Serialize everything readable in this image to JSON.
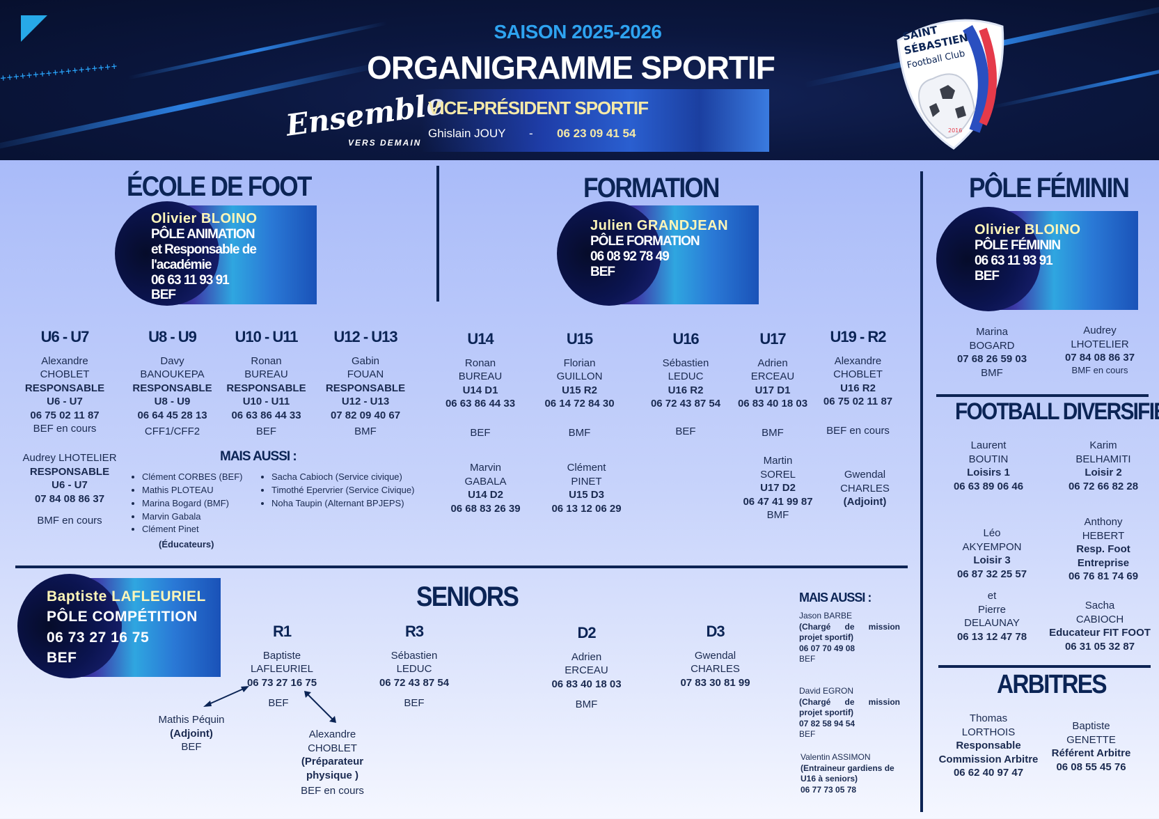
{
  "header": {
    "season": "SAISON 2025-2026",
    "title": "ORGANIGRAMME SPORTIF",
    "motto": "Ensemble",
    "motto_sub": "VERS DEMAIN",
    "vp_title": "VICE-PRÉSIDENT SPORTIF",
    "vp_name": "Ghislain JOUY",
    "vp_sep": "-",
    "vp_phone": "06 23 09 41 54",
    "logo_line1": "SAINT",
    "logo_line2": "SÉBASTIEN",
    "logo_line3": "Football Club",
    "logo_year": "2016"
  },
  "ecole": {
    "title": "ÉCOLE DE FOOT",
    "card": {
      "name": "Olivier BLOINO",
      "l1": "PÔLE ANIMATION",
      "l2": "et Responsable de l'académie",
      "l3": "06 63 11 93 91",
      "l4": "BEF"
    },
    "categories": [
      {
        "head": "U6 - U7",
        "n1": "Alexandre",
        "n2": "CHOBLET",
        "r1": "RESPONSABLE",
        "r2": "U6 - U7",
        "phone": "06 75 02 11 87",
        "dip": "BEF en cours"
      },
      {
        "head": "U8 - U9",
        "n1": "Davy",
        "n2": "BANOUKEPA",
        "r1": "RESPONSABLE",
        "r2": "U8 - U9",
        "phone": "06 64  45 28 13",
        "dip": "CFF1/CFF2"
      },
      {
        "head": "U10 - U11",
        "n1": "Ronan",
        "n2": "BUREAU",
        "r1": "RESPONSABLE",
        "r2": "U10 - U11",
        "phone": "06 63 86 44 33",
        "dip": "BEF"
      },
      {
        "head": "U12 - U13",
        "n1": "Gabin",
        "n2": "FOUAN",
        "r1": "RESPONSABLE",
        "r2": "U12 - U13",
        "phone": "07 82 09 40 67",
        "dip": "BMF"
      }
    ],
    "extra": {
      "n1": "Audrey LHOTELIER",
      "r1": "RESPONSABLE",
      "r2": "U6 - U7",
      "phone": "07 84 08 86 37",
      "dip": "BMF en cours"
    },
    "mais_title": "MAIS AUSSI :",
    "list1": [
      "Clément CORBES  (BEF)",
      "Mathis PLOTEAU",
      "Marina Bogard (BMF)",
      "Marvin Gabala",
      "Clément Pinet"
    ],
    "list1_note": "(Éducateurs)",
    "list2": [
      "Sacha Cabioch (Service civique)",
      "Timothé Epervrier (Service Civique)",
      "Noha Taupin (Alternant BPJEPS)"
    ]
  },
  "formation": {
    "title": "FORMATION",
    "card": {
      "name": "Julien GRANDJEAN",
      "l1": "PÔLE FORMATION",
      "l2": "06 08 92 78 49",
      "l3": "BEF"
    },
    "categories": [
      {
        "head": "U14",
        "n1": "Ronan",
        "n2": "BUREAU",
        "team": "U14 D1",
        "phone": "06 63 86 44 33",
        "dip": "BEF"
      },
      {
        "head": "U15",
        "n1": "Florian",
        "n2": "GUILLON",
        "team": "U15 R2",
        "phone": "06 14 72 84 30",
        "dip": "BMF"
      },
      {
        "head": "U16",
        "n1": "Sébastien",
        "n2": "LEDUC",
        "team": "U16 R2",
        "phone": "06 72  43 87 54",
        "dip": "BEF"
      },
      {
        "head": "U17",
        "n1": "Adrien",
        "n2": "ERCEAU",
        "team": "U17 D1",
        "phone": "06 83 40 18 03",
        "dip": "BMF"
      },
      {
        "head": "U19 - R2",
        "n1": "Alexandre",
        "n2": "CHOBLET",
        "team": "U16 R2",
        "phone": "06 75 02 11 87",
        "dip": "BEF en cours"
      }
    ],
    "second": [
      {
        "n1": "Marvin",
        "n2": "GABALA",
        "team": "U14 D2",
        "phone": "06 68 83 26 39"
      },
      {
        "n1": "Clément",
        "n2": "PINET",
        "team": "U15 D3",
        "phone": "06 13 12 06 29"
      },
      {
        "n1": "Martin",
        "n2": "SOREL",
        "team": "U17 D2",
        "phone": "06 47 41 99 87",
        "dip": "BMF"
      },
      {
        "n1": "Gwendal",
        "n2": "CHARLES",
        "team": "(Adjoint)"
      }
    ]
  },
  "feminin": {
    "title": "PÔLE FÉMININ",
    "card": {
      "name": "Olivier BLOINO",
      "l1": "PÔLE FÉMININ",
      "l2": "06 63 11 93 91",
      "l3": "BEF"
    },
    "people": [
      {
        "n1": "Marina",
        "n2": "BOGARD",
        "phone": "07 68 26 59 03",
        "dip": "BMF"
      },
      {
        "n1": "Audrey",
        "n2": "LHOTELIER",
        "phone": "07 84 08 86 37",
        "dip": "BMF en cours"
      }
    ]
  },
  "diversifie": {
    "title": "FOOTBALL DIVERSIFIÉ",
    "people": [
      {
        "n1": "Laurent",
        "n2": "BOUTIN",
        "role": "Loisirs 1",
        "phone": "06 63 89 06 46"
      },
      {
        "n1": "Karim",
        "n2": "BELHAMITI",
        "role": "Loisir 2",
        "phone": "06 72 66 82 28"
      },
      {
        "n1": "Léo",
        "n2": "AKYEMPON",
        "role": "Loisir 3",
        "phone": "06 87 32 25 57"
      },
      {
        "n1": "Anthony",
        "n2": "HEBERT",
        "role": "Resp. Foot",
        "role2": "Entreprise",
        "phone": "06 76 81 74 69"
      },
      {
        "n0": "et",
        "n1": "Pierre",
        "n2": "DELAUNAY",
        "phone": "06 13 12 47 78"
      },
      {
        "n1": "Sacha",
        "n2": "CABIOCH",
        "role": "Educateur FIT FOOT",
        "phone": "06 31 05  32 87"
      }
    ]
  },
  "arbitres": {
    "title": "ARBITRES",
    "people": [
      {
        "n1": "Thomas",
        "n2": "LORTHOIS",
        "role": "Responsable",
        "role2": "Commission Arbitre",
        "phone": "06 62 40 97 47"
      },
      {
        "n1": "Baptiste",
        "n2": "GENETTE",
        "role": "Référent Arbitre",
        "phone": "06 08 55 45 76"
      }
    ]
  },
  "seniors": {
    "title": "SENIORS",
    "card": {
      "name": "Baptiste LAFLEURIEL",
      "l1": "PÔLE COMPÉTITION",
      "l2": "06 73 27 16 75",
      "l3": "BEF"
    },
    "teams": [
      {
        "head": "R1",
        "n1": "Baptiste",
        "n2": "LAFLEURIEL",
        "phone": "06 73 27 16 75",
        "dip": "BEF"
      },
      {
        "head": "R3",
        "n1": "Sébastien",
        "n2": "LEDUC",
        "phone": "06 72 43 87 54",
        "dip": "BEF"
      },
      {
        "head": "D2",
        "n1": "Adrien",
        "n2": "ERCEAU",
        "phone": "06 83 40 18 03",
        "dip": "BMF"
      },
      {
        "head": "D3",
        "n1": "Gwendal",
        "n2": "CHARLES",
        "phone": "07 83 30 81 99"
      }
    ],
    "adjoint": {
      "n1": "Mathis Péquin",
      "role": "(Adjoint)",
      "dip": "BEF"
    },
    "prepa": {
      "n1": "Alexandre",
      "n2": "CHOBLET",
      "role": "(Préparateur",
      "role2": "physique )",
      "dip": "BEF en cours"
    },
    "mais_title": "MAIS AUSSI :",
    "extras": [
      {
        "name": "Jason BARBE",
        "role": "(Chargé de mission projet sportif)",
        "phone": "06 07 70 49 08",
        "dip": "BEF"
      },
      {
        "name": "David EGRON",
        "role": "(Chargé de mission projet sportif)",
        "phone": "07 82 58 94 54",
        "dip": "BEF"
      },
      {
        "name": "Valentin ASSIMON",
        "role": "(Entraineur gardiens de U16 à seniors)",
        "phone": "06 77 73 05 78"
      }
    ]
  },
  "colors": {
    "navy": "#0b2455",
    "header_bg": "#0b173f",
    "accent_blue": "#2ea3f0",
    "cream": "#fff6b8"
  }
}
